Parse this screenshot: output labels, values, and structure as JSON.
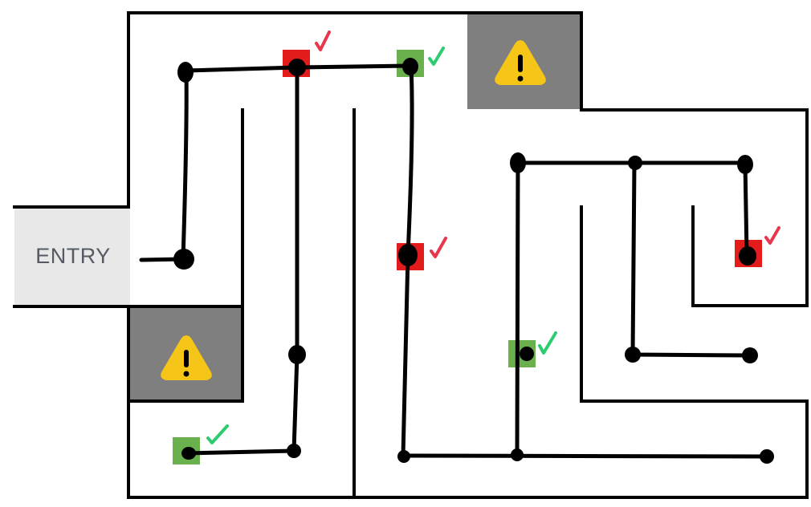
{
  "floorplan": {
    "entry_label": "ENTRY",
    "colors": {
      "wall": "#000000",
      "entry_fill": "#e8e8e8",
      "hazard_zone": "#7f7f7f",
      "hazard_icon": "#f5c518",
      "path": "#000000",
      "red_marker": "#e21b1b",
      "green_marker": "#6ab04c",
      "red_check": "#e8364d",
      "green_check": "#2ecc71"
    },
    "hazards": [
      {
        "id": "top-right-hazard",
        "icon": "warning-icon"
      },
      {
        "id": "left-hazard",
        "icon": "warning-icon"
      }
    ],
    "markers": [
      {
        "id": "marker-top-red",
        "status": "red",
        "checked": true
      },
      {
        "id": "marker-top-green",
        "status": "green",
        "checked": true
      },
      {
        "id": "marker-center-red",
        "status": "red",
        "checked": true
      },
      {
        "id": "marker-right-red",
        "status": "red",
        "checked": true
      },
      {
        "id": "marker-center-green",
        "status": "green",
        "checked": true
      },
      {
        "id": "marker-bottom-green",
        "status": "green",
        "checked": true
      }
    ]
  }
}
